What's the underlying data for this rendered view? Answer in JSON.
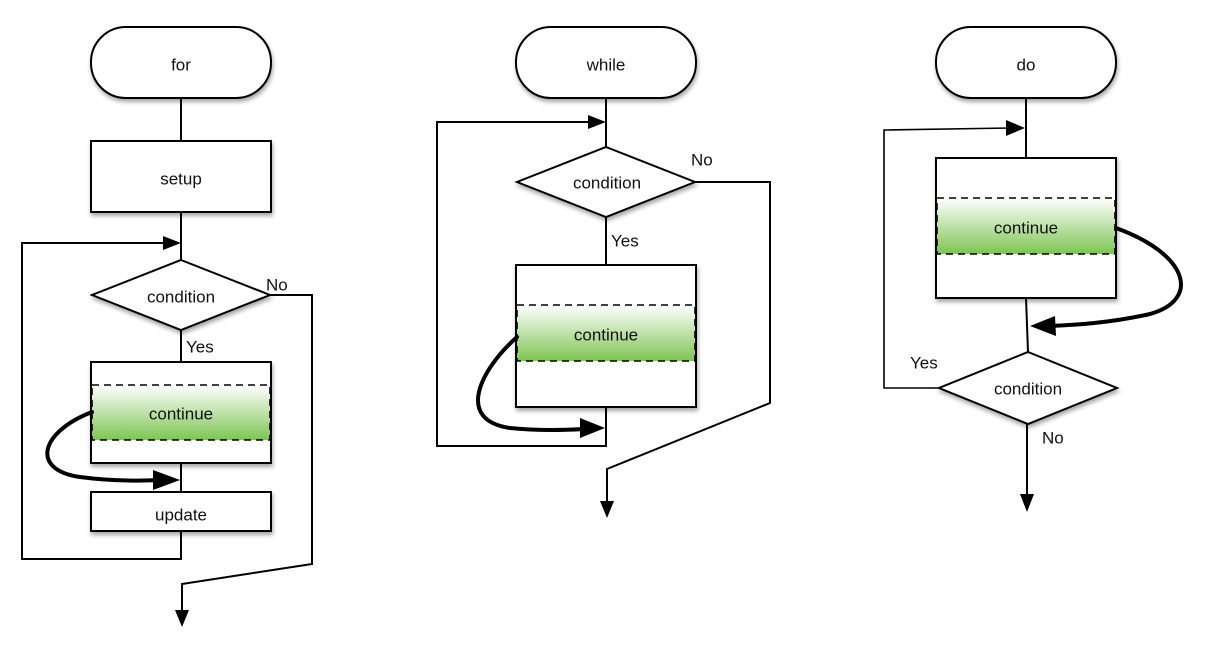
{
  "diagrams": {
    "for": {
      "title": "for",
      "setup": "setup",
      "condition": "condition",
      "yes": "Yes",
      "no": "No",
      "continue": "continue",
      "update": "update"
    },
    "while": {
      "title": "while",
      "condition": "condition",
      "yes": "Yes",
      "no": "No",
      "continue": "continue"
    },
    "do": {
      "title": "do",
      "condition": "condition",
      "yes": "Yes",
      "no": "No",
      "continue": "continue"
    }
  },
  "colors": {
    "continue_gradient_top": "#ffffff",
    "continue_gradient_bottom": "#7dc552",
    "stroke": "#000000"
  }
}
